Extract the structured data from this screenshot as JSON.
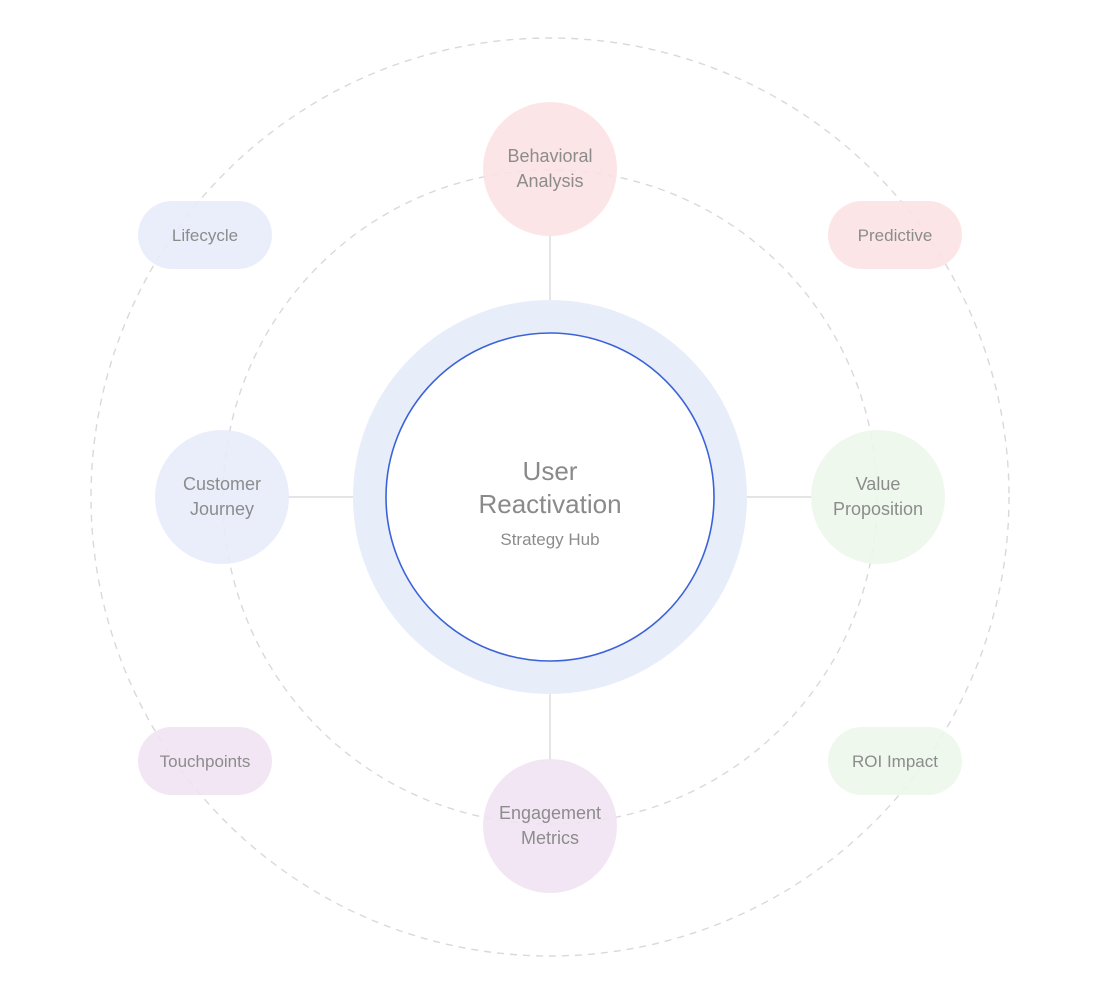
{
  "hub": {
    "title_line1": "User",
    "title_line2": "Reactivation",
    "subtitle": "Strategy Hub"
  },
  "primary_nodes": {
    "top": {
      "line1": "Behavioral",
      "line2": "Analysis",
      "color": "#fce1e4"
    },
    "left": {
      "line1": "Customer",
      "line2": "Journey",
      "color": "#e7ecfa"
    },
    "right": {
      "line1": "Value",
      "line2": "Proposition",
      "color": "#ecf7ea"
    },
    "bottom": {
      "line1": "Engagement",
      "line2": "Metrics",
      "color": "#f0e2f2"
    }
  },
  "secondary_nodes": {
    "top_left": {
      "label": "Lifecycle",
      "color": "#e7ecfa"
    },
    "top_right": {
      "label": "Predictive",
      "color": "#fce1e4"
    },
    "bottom_left": {
      "label": "Touchpoints",
      "color": "#f0e2f2"
    },
    "bottom_right": {
      "label": "ROI Impact",
      "color": "#ecf7ea"
    }
  },
  "colors": {
    "hub_ring": "#e8edfa",
    "hub_border": "#3b63d8",
    "orbit_dash": "#d9d9d9",
    "connector": "#dcdcdc",
    "text": "#8a8a8a"
  }
}
